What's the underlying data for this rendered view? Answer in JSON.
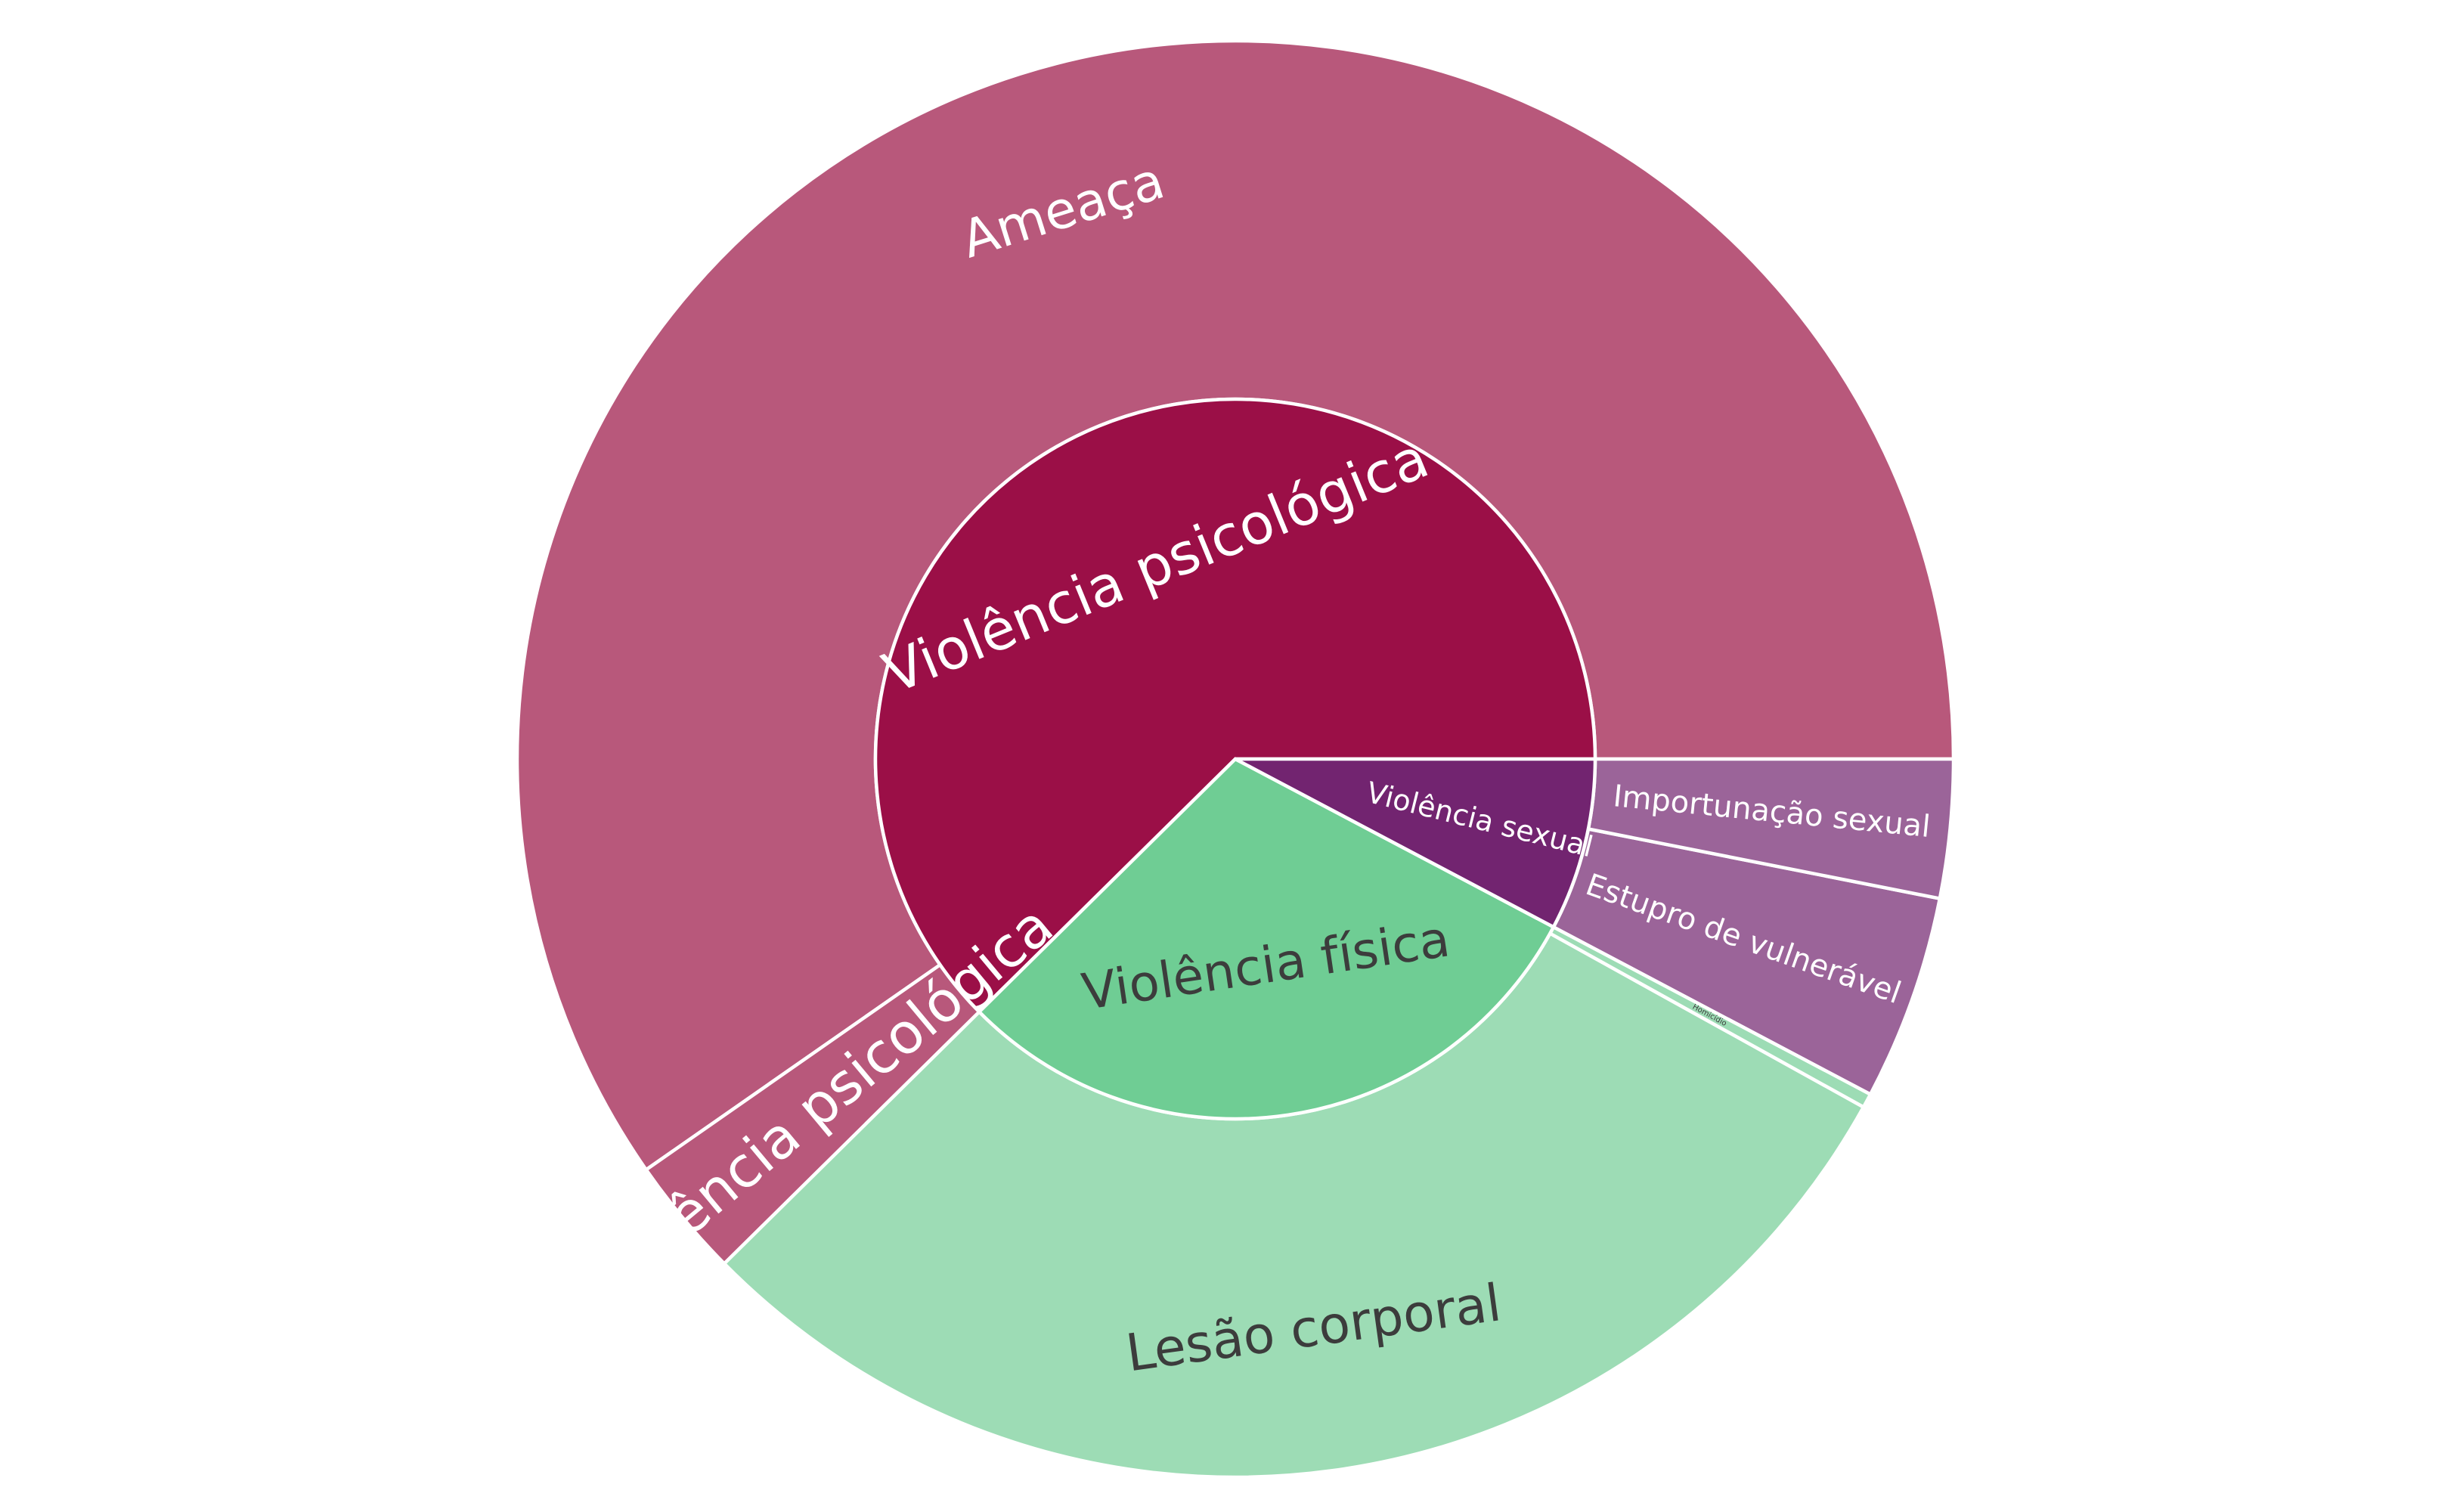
{
  "chart_data": {
    "type": "sunburst",
    "title": "",
    "unit": "share of total",
    "parents": [
      {
        "label": "Violência psicológica",
        "color": "#9b0f47",
        "label_color": "#ffffff",
        "children": [
          {
            "label": "Ameaça",
            "value": 0.5945,
            "color": "#b8587b",
            "label_color": "#ffffff"
          },
          {
            "label": "Violência psicológica",
            "value": 0.027,
            "color": "#b8587b",
            "label_color": "#ffffff"
          }
        ]
      },
      {
        "label": "Violência física",
        "color": "#6fcd94",
        "label_color": "#3c3c3c",
        "children": [
          {
            "label": "Lesão corporal",
            "value": 0.2943,
            "color": "#9ddcb5",
            "label_color": "#3c3c3c"
          },
          {
            "label": "Homicídio",
            "value": 0.0032,
            "color": "#9ddcb5",
            "label_color": "#3c3c3c"
          }
        ]
      },
      {
        "label": "Violência sexual",
        "color": "#722470",
        "label_color": "#ffffff",
        "children": [
          {
            "label": "Estupro de vulnerável",
            "value": 0.046,
            "color": "#9b6499",
            "label_color": "#ffffff"
          },
          {
            "label": "Importunação sexual",
            "value": 0.031,
            "color": "#9b6499",
            "label_color": "#ffffff"
          }
        ]
      }
    ]
  }
}
